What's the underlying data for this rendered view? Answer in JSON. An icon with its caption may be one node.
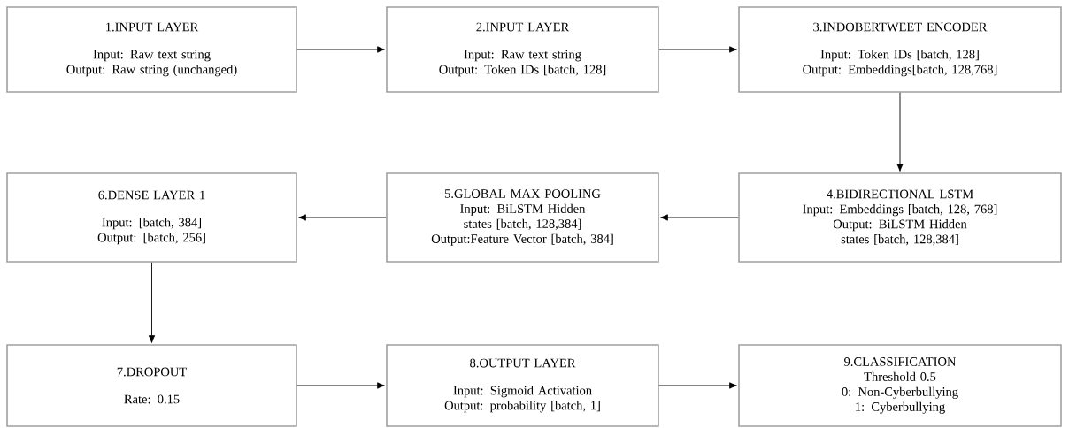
{
  "diagram": {
    "nodes": [
      {
        "text": [
          "1.INPUT LAYER",
          "Input: Raw text string",
          "Output: Raw string (unchanged)"
        ]
      },
      {
        "text": [
          "2.INPUT LAYER",
          "Input: Raw text string",
          "Output: Token IDs [batch, 128]"
        ]
      },
      {
        "text": [
          "3.INDOBERTWEET ENCODER",
          "Input: Token IDs [batch, 128]",
          "Output: Embeddings[batch, 128,768]"
        ]
      },
      {
        "text": [
          "4.BIDIRECTIONAL LSTM",
          "Input: Embeddings [batch, 128, 768]",
          "Output: BiLSTM Hidden states [batch, 128,384]"
        ]
      },
      {
        "text": [
          "5.GLOBAL MAX POOLING",
          "Input: BiLSTM Hidden states [batch, 128,384]",
          "Output:Feature Vector [batch, 384]"
        ]
      },
      {
        "text": [
          "6.DENSE LAYER 1",
          "Input: [batch, 384]",
          "Output: [batch, 256]"
        ]
      },
      {
        "text": [
          "7.DROPOUT",
          "Rate: 0.15"
        ]
      },
      {
        "text": [
          "8.OUTPUT LAYER",
          "Input: Sigmoid Activation",
          "Output: probability [batch, 1]"
        ]
      },
      {
        "text": [
          "9.CLASSIFICATION",
          "Threshold 0.5",
          "0: Non-Cyberbullying",
          "1: Cyberbullying"
        ]
      }
    ],
    "edges": [
      {
        "from": 0,
        "to": 1,
        "arrow": "to"
      },
      {
        "from": 1,
        "to": 2,
        "arrow": "to"
      },
      {
        "from": 2,
        "to": 3,
        "arrow": "to"
      },
      {
        "from": 3,
        "to": 4,
        "arrow": "to"
      },
      {
        "from": 4,
        "to": 5,
        "arrow": "to"
      },
      {
        "from": 5,
        "to": 6,
        "arrow": "to"
      },
      {
        "from": 6,
        "to": 7,
        "arrow": "to"
      },
      {
        "from": 7,
        "to": 8,
        "arrow": "to"
      }
    ]
  }
}
